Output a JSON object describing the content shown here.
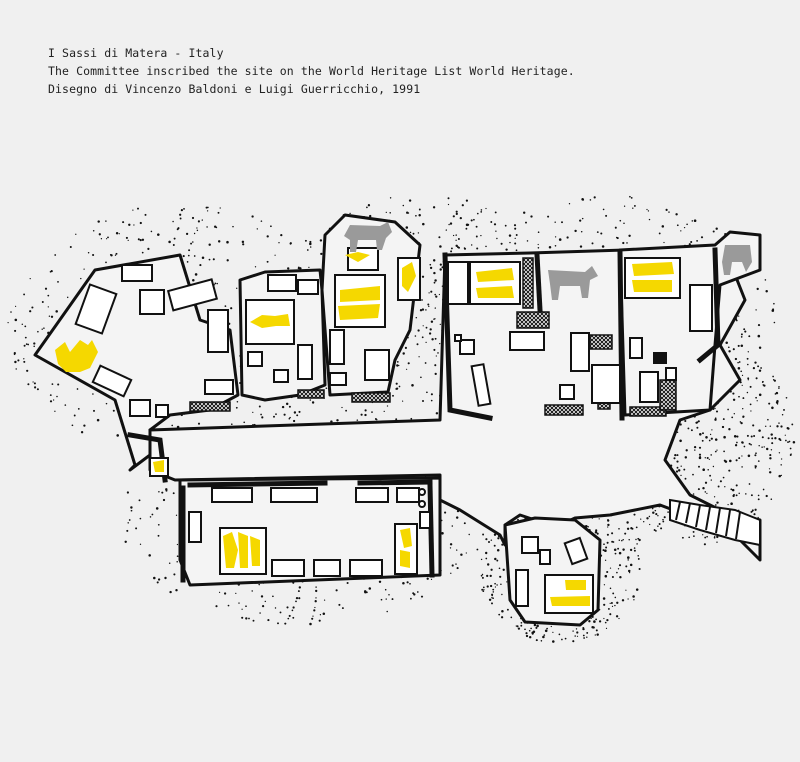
{
  "caption": {
    "title": "I Sassi di Matera - Italy",
    "line2": "The Committee inscribed the site on the World Heritage List World Heritage.",
    "line3": "Disegno di Vincenzo Baldoni e Luigi Guerricchio, 1991"
  },
  "colors": {
    "background": "#f0f0f0",
    "ink": "#111111",
    "figures": "#f5d800",
    "animals": "#9a9a9a"
  },
  "drawing": {
    "subject": "floor plan of cave dwellings with furniture, people and animals",
    "icons": [
      "person-figure-icon",
      "donkey-icon"
    ]
  }
}
